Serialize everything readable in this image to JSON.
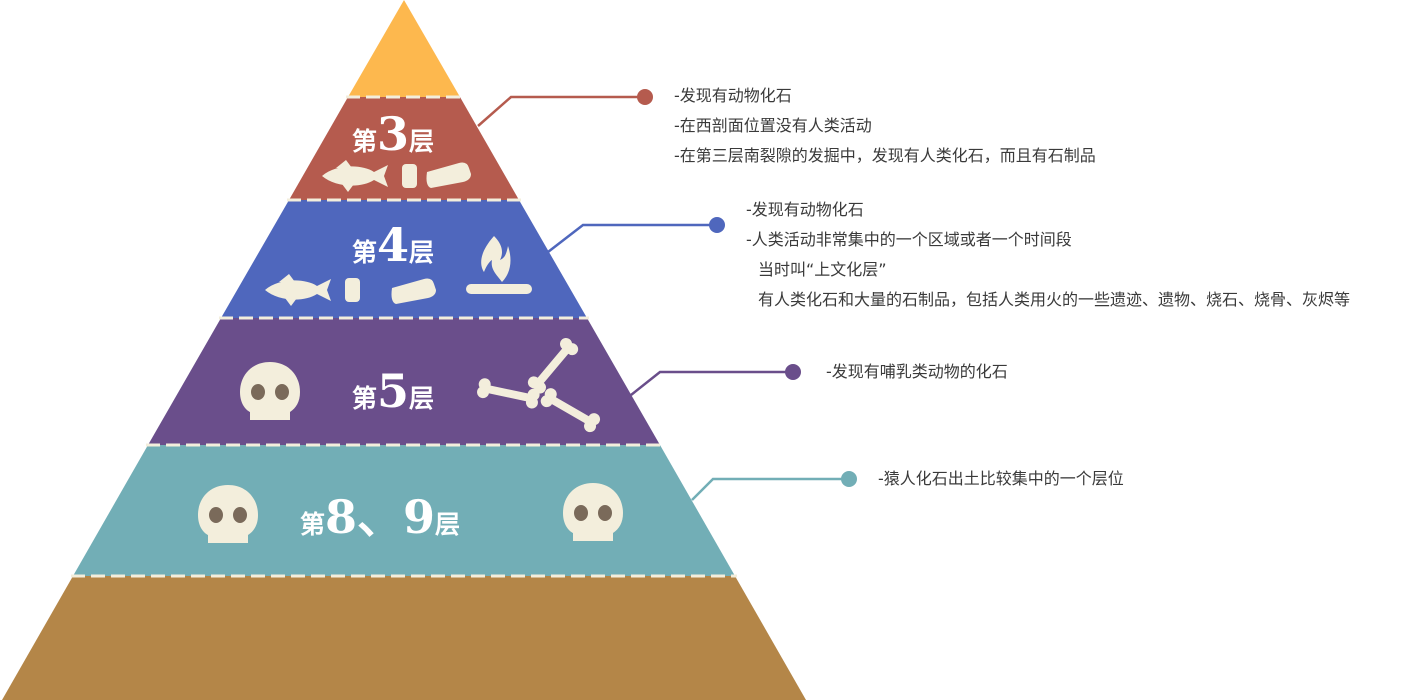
{
  "colors": {
    "top": "#FDB84E",
    "layer3": "#B55B4E",
    "layer4": "#4F67BD",
    "layer5": "#6A4E8B",
    "layer89": "#72AEB6",
    "bottom": "#B48648",
    "icon": "#F3EEDC",
    "text": "#3A3A3A"
  },
  "layers": [
    {
      "id": "layer3",
      "prefix": "第",
      "number": "3",
      "suffix": "层",
      "icons": [
        "fish-icon",
        "stone-tool-icon",
        "bone-tool-icon"
      ],
      "notes": [
        "-发现有动物化石",
        "-在西剖面位置没有人类活动",
        "-在第三层南裂隙的发掘中，发现有人类化石，而且有石制品"
      ]
    },
    {
      "id": "layer4",
      "prefix": "第",
      "number": "4",
      "suffix": "层",
      "icons": [
        "fish-icon",
        "stone-tool-icon",
        "bone-tool-icon",
        "fire-icon"
      ],
      "notes": [
        "-发现有动物化石",
        "-人类活动非常集中的一个区域或者一个时间段",
        "当时叫“上文化层”",
        "有人类化石和大量的石制品，包括人类用火的一些遗迹、遗物、烧石、烧骨、灰烬等"
      ]
    },
    {
      "id": "layer5",
      "prefix": "第",
      "number": "5",
      "suffix": "层",
      "icons": [
        "skull-icon",
        "bones-icon"
      ],
      "notes": [
        "-发现有哺乳类动物的化石"
      ]
    },
    {
      "id": "layer89",
      "prefix": "第",
      "number": "8、9",
      "suffix": "层",
      "icons": [
        "skull-icon",
        "skull-icon"
      ],
      "notes": [
        "-猿人化石出土比较集中的一个层位"
      ]
    }
  ]
}
